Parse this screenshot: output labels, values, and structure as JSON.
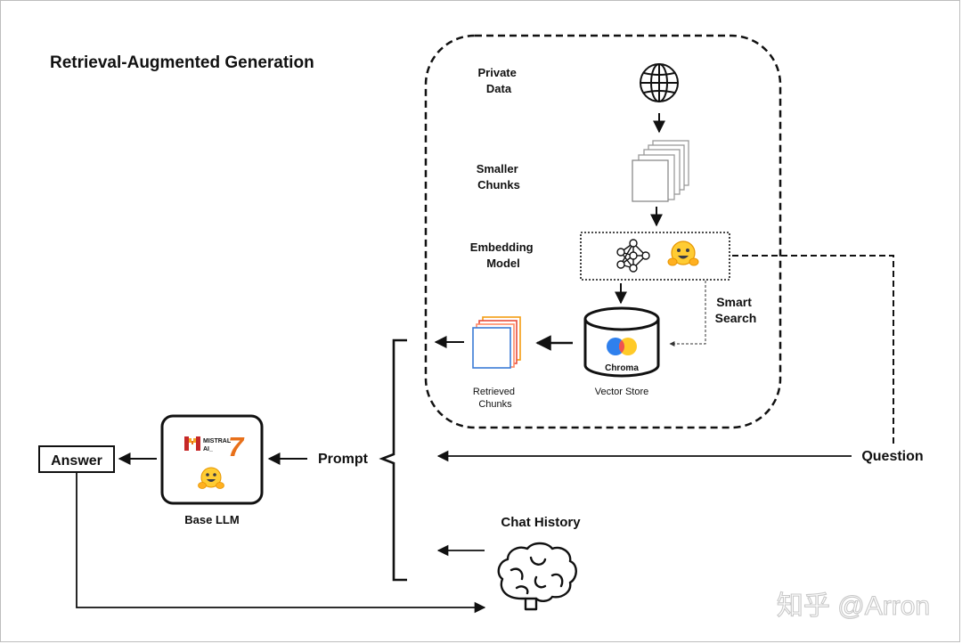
{
  "title": "Retrieval-Augmented Generation",
  "pipeline": {
    "private_data": [
      "Private",
      "Data"
    ],
    "smaller_chunks": [
      "Smaller",
      "Chunks"
    ],
    "embedding_model": [
      "Embedding",
      "Model"
    ],
    "smart_search": [
      "Smart",
      "Search"
    ],
    "vector_store": "Vector Store",
    "chroma": "Chroma",
    "retrieved_chunks": [
      "Retrieved",
      "Chunks"
    ]
  },
  "llm": {
    "mistral_brand": [
      "MISTRAL",
      "AI_"
    ],
    "mistral_version": "7",
    "base_llm": "Base LLM"
  },
  "flow": {
    "prompt": "Prompt",
    "answer": "Answer",
    "question": "Question",
    "chat_history": "Chat History"
  },
  "watermark": "知乎 @Arron",
  "colors": {
    "chroma_blue": "#2f80ed",
    "chroma_yellow": "#ffca28",
    "chroma_red": "#ef5350",
    "hf_yellow": "#ffcc33",
    "mistral_orange": "#e8701a",
    "mistral_red": "#c62828",
    "chunk_orange": "#f39c12",
    "chunk_blue": "#3a7bd5"
  },
  "icons": [
    "globe-icon",
    "documents-icon",
    "neural-network-icon",
    "huggingface-icon",
    "database-icon",
    "chroma-logo",
    "brain-icon",
    "mistral-logo"
  ]
}
